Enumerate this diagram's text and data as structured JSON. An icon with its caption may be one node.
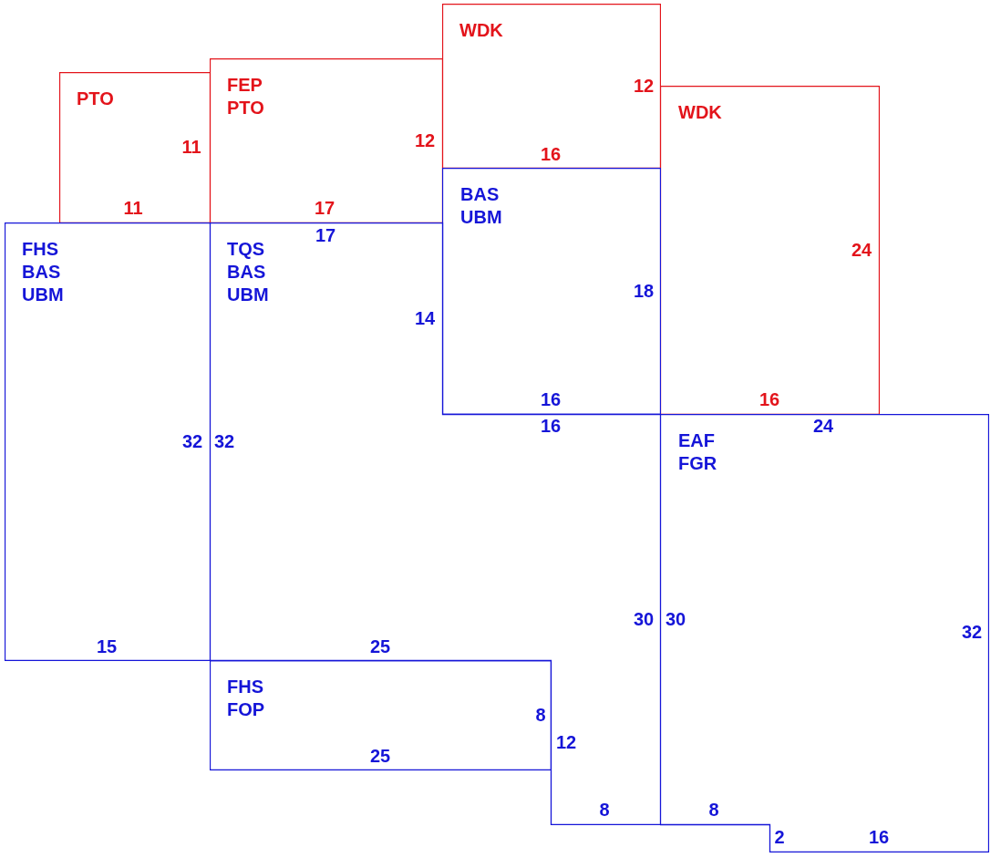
{
  "diagram": {
    "nodes": [
      {
        "text": [
          "PTO",
          "11",
          "11"
        ]
      },
      {
        "text": [
          "FEP PTO",
          "12",
          "17"
        ]
      },
      {
        "text": [
          "WDK",
          "12",
          "16"
        ]
      },
      {
        "text": [
          "WDK",
          "24",
          "16"
        ]
      },
      {
        "text": [
          "FHS BAS UBM",
          "32",
          "15"
        ]
      },
      {
        "text": [
          "TQS BAS UBM",
          "17",
          "14",
          "32",
          "16",
          "30",
          "25",
          "12",
          "8"
        ]
      },
      {
        "text": [
          "BAS UBM",
          "18",
          "16"
        ]
      },
      {
        "text": [
          "FHS FOP",
          "8",
          "25"
        ]
      },
      {
        "text": [
          "EAF FGR",
          "24",
          "30",
          "32",
          "8",
          "2",
          "16"
        ]
      }
    ]
  }
}
